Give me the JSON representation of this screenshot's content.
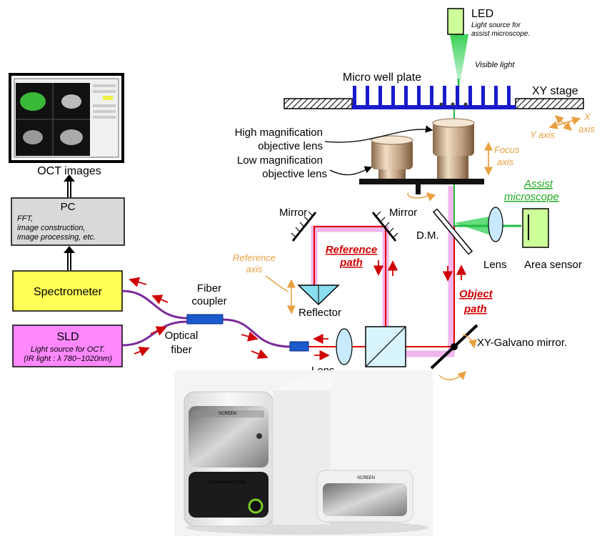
{
  "led": {
    "label": "LED",
    "sub1": "Light source for",
    "sub2": "assist microscope.",
    "visible_light": "Visible light"
  },
  "stage": {
    "plate_label": "Micro well plate",
    "stage_label": "XY stage",
    "x_axis_1": "X",
    "x_axis_2": "axis",
    "y_axis": "Y axis"
  },
  "objectives": {
    "high_1": "High magnification",
    "high_2": "objective lens",
    "low_1": "Low magnification",
    "low_2": "objective lens",
    "focus_1": "Focus",
    "focus_2": "axis"
  },
  "assist": {
    "label_1": "Assist",
    "label_2": "microscope",
    "lens": "Lens",
    "sensor": "Area sensor",
    "dm": "D.M."
  },
  "optics": {
    "mirror_left": "Mirror",
    "mirror_right": "Mirror",
    "reference_path_1": "Reference",
    "reference_path_2": "path",
    "object_path_1": "Object",
    "object_path_2": "path",
    "reference_axis_1": "Reference",
    "reference_axis_2": "axis",
    "reflector": "Reflector",
    "galvo": "XY-Galvano mirror.",
    "lens": "Lens"
  },
  "left": {
    "oct_images": "OCT images",
    "pc_title": "PC",
    "pc_line1": "FFT,",
    "pc_line2": "image construction,",
    "pc_line3": "image processing, etc.",
    "spectrometer": "Spectrometer",
    "sld_title": "SLD",
    "sld_line1": "Light source for OCT.",
    "sld_line2": "(IR light : λ 780−1020nm)",
    "fiber_coupler_1": "Fiber",
    "fiber_coupler_2": "coupler",
    "optical_fiber_1": "Optical",
    "optical_fiber_2": "fiber"
  },
  "device": {
    "brand_main": "SCREEN",
    "brand_side": "SCREEN",
    "model": "CELL3IMAGER ESTIER"
  },
  "colors": {
    "object_path": "#cc0000",
    "pink_beam": "#f2b6ee",
    "green_beam": "#22bb44",
    "fiber": "#7a2a9a",
    "spectrometer_fill": "#ffff55",
    "sld_fill": "#ff88ff",
    "pc_fill": "#d9d9d9",
    "plate_blue": "#1a1acc",
    "assist_green": "#22aa22",
    "annotation_orange": "#e8a040"
  }
}
